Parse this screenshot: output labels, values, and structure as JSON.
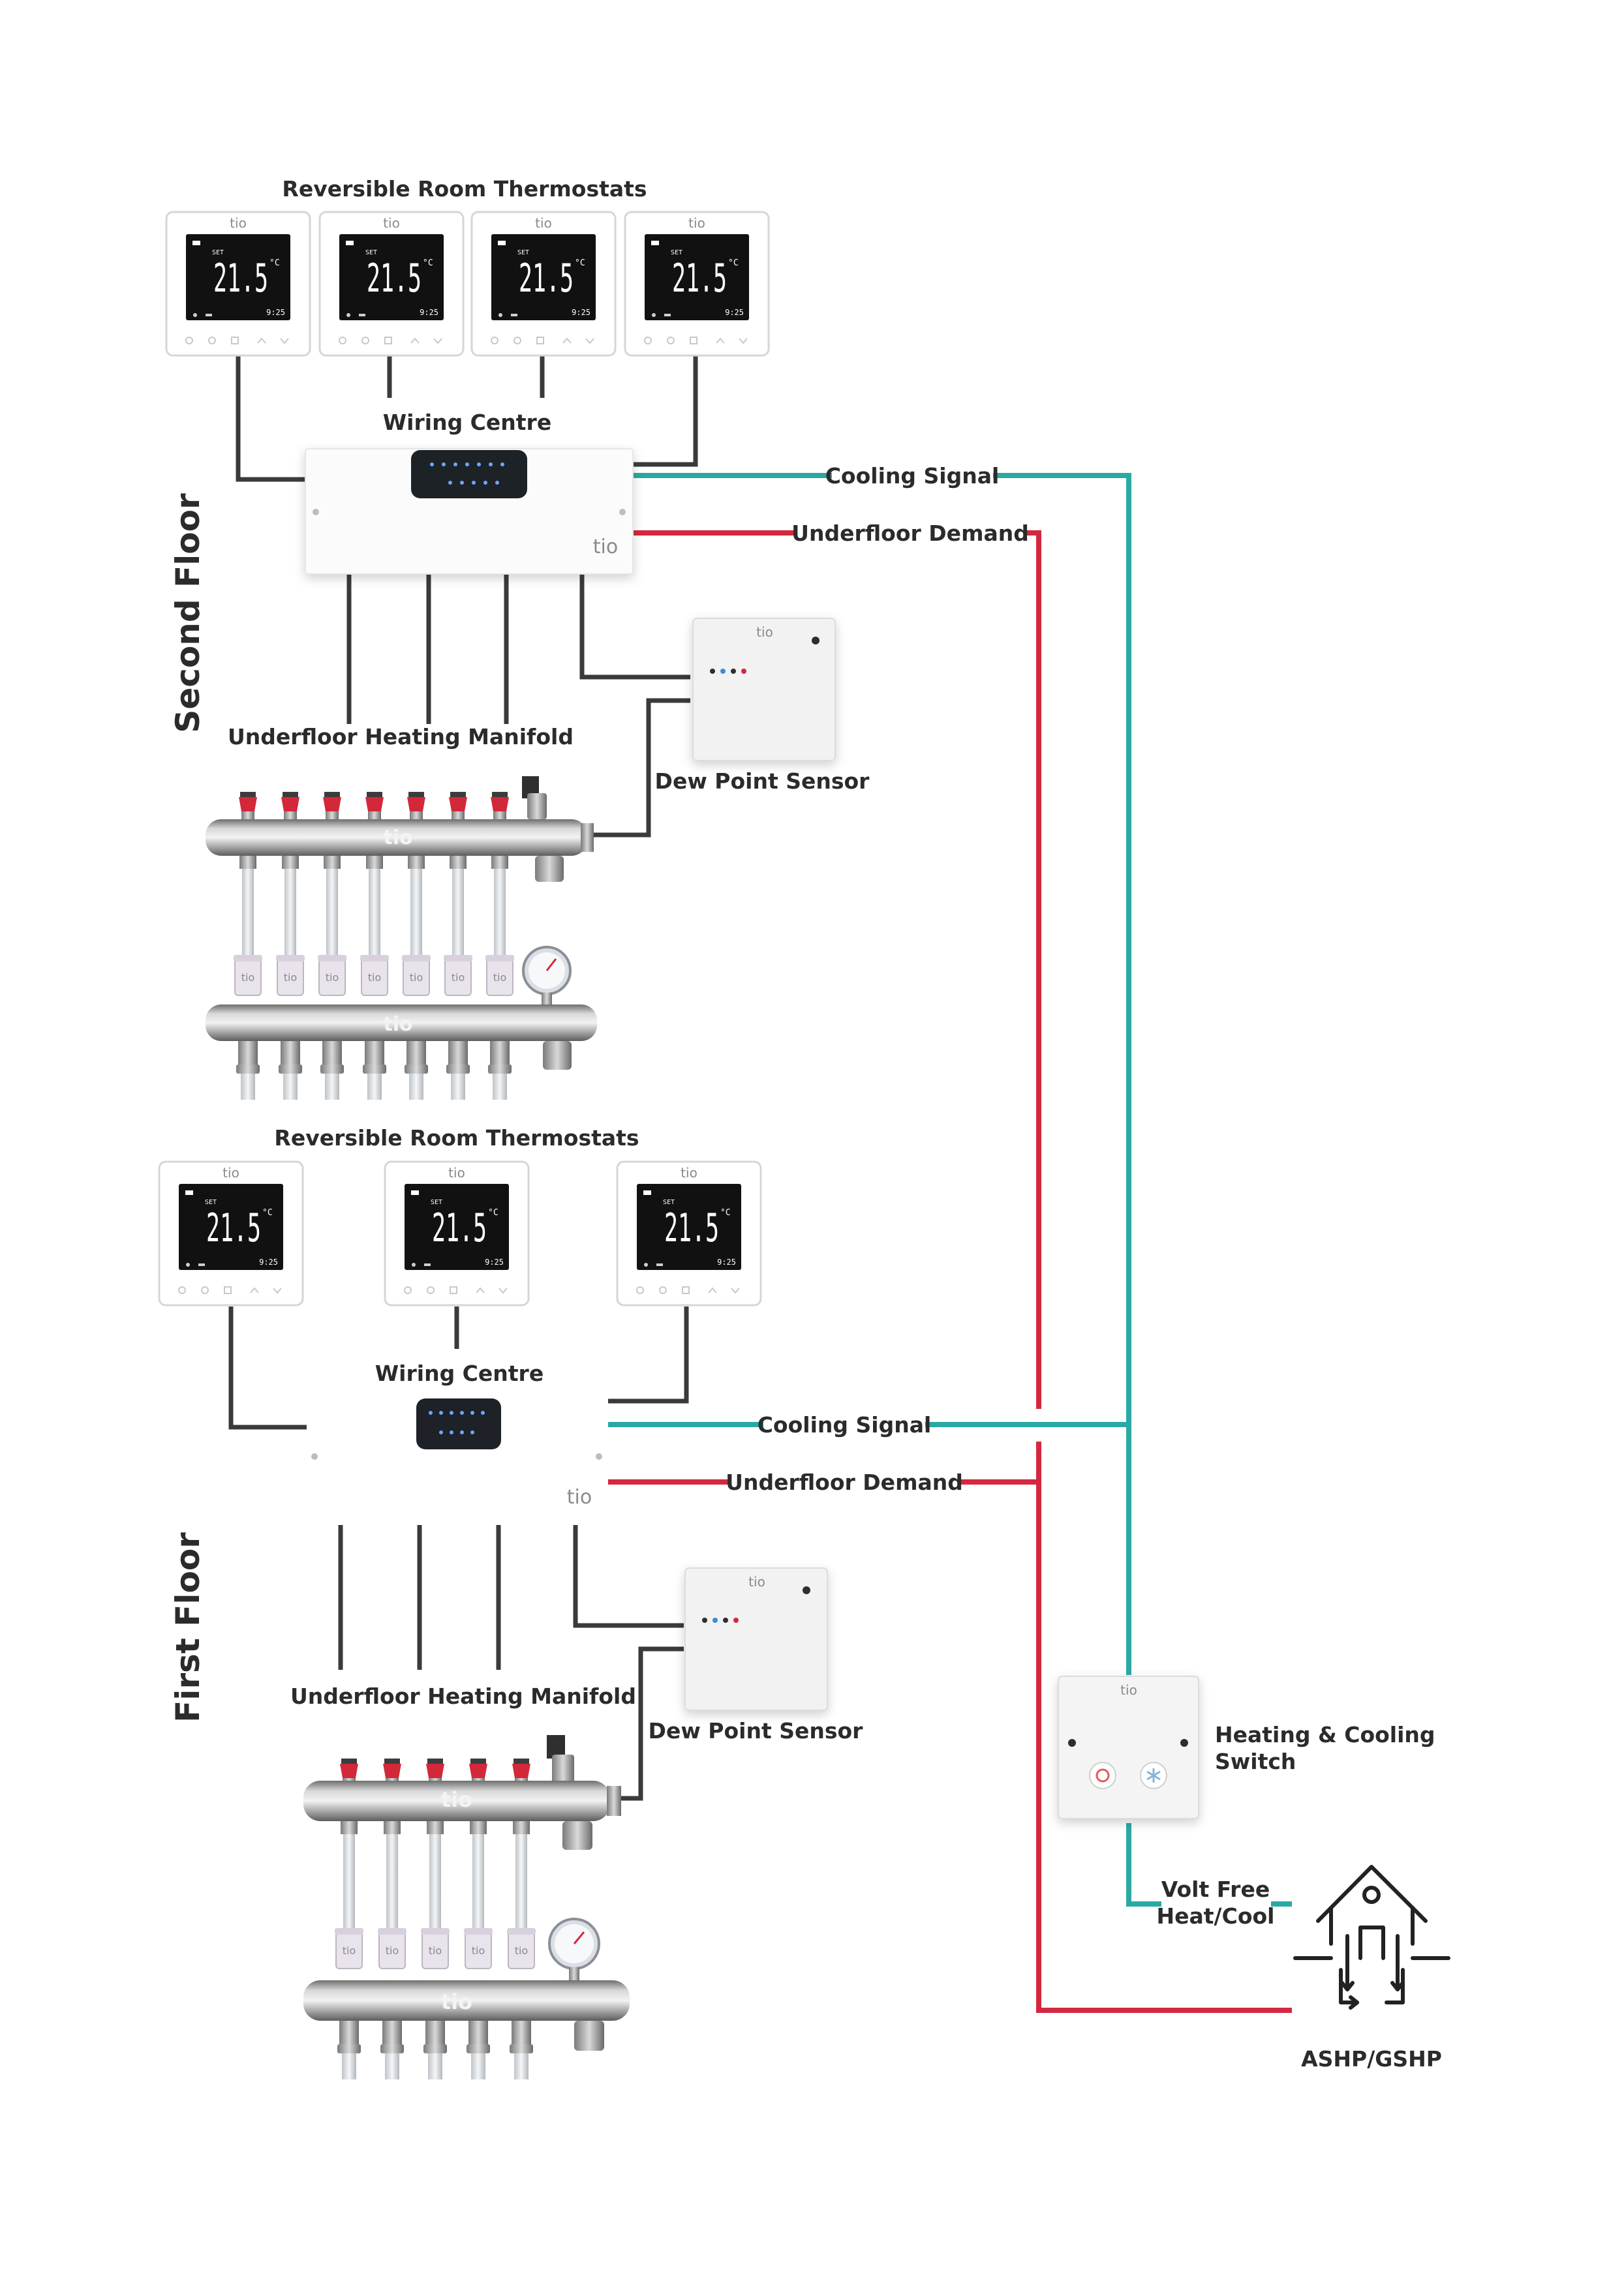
{
  "colors": {
    "cooling": "#2aa9a4",
    "demand": "#d4283f",
    "wire": "#3a3a3a"
  },
  "brand": "tio",
  "thermostat": {
    "temp": "21.5",
    "unit": "°C",
    "set": "SET",
    "time": "9:25"
  },
  "second_floor": {
    "floor_label": "Second Floor",
    "thermostats_label": "Reversible Room Thermostats",
    "wiring_centre_label": "Wiring Centre",
    "manifold_label": "Underfloor Heating Manifold",
    "dew_point_label": "Dew Point Sensor",
    "cooling_signal_label": "Cooling Signal",
    "underfloor_demand_label": "Underfloor Demand"
  },
  "first_floor": {
    "floor_label": "First Floor",
    "thermostats_label": "Reversible Room Thermostats",
    "wiring_centre_label": "Wiring Centre",
    "manifold_label": "Underfloor Heating Manifold",
    "dew_point_label": "Dew Point Sensor",
    "cooling_signal_label": "Cooling Signal",
    "underfloor_demand_label": "Underfloor Demand"
  },
  "switch": {
    "label_line1": "Heating & Cooling",
    "label_line2": "Switch"
  },
  "volt_free": {
    "line1": "Volt Free",
    "line2": "Heat/Cool"
  },
  "heat_pump": {
    "label": "ASHP/GSHP"
  }
}
